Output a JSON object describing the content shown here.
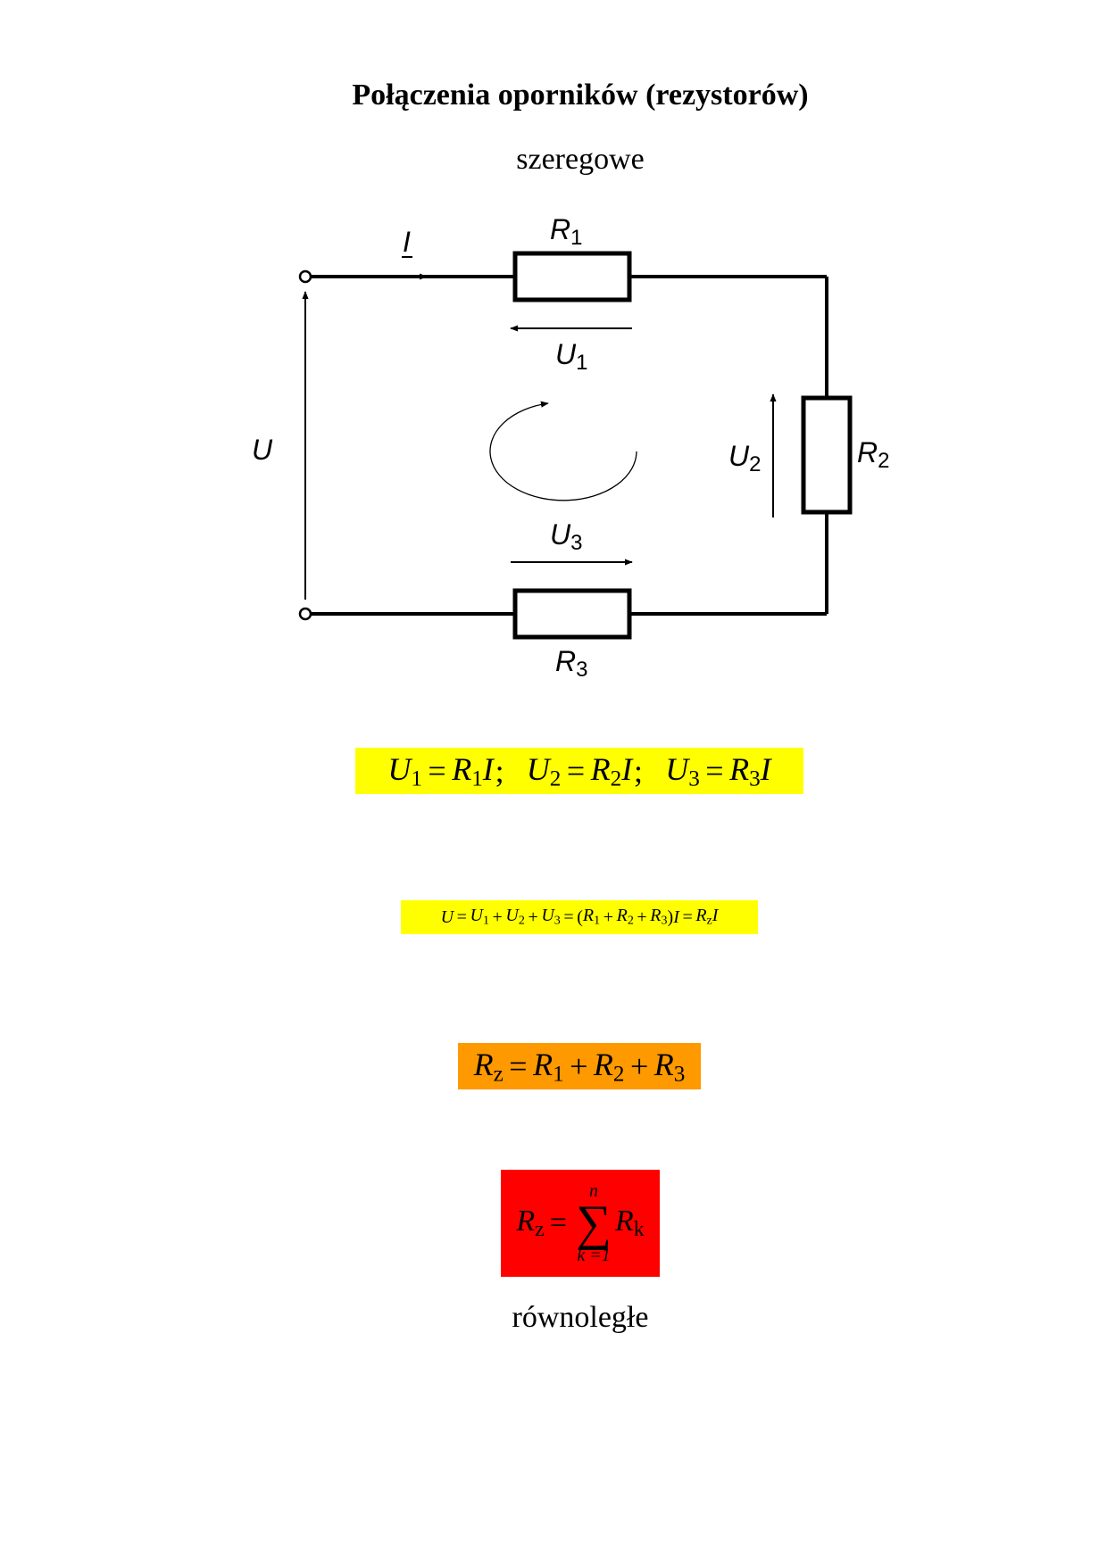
{
  "title": "Połączenia oporników (rezystorów)",
  "section_series": "szeregowe",
  "section_parallel": "równoległe",
  "circuit": {
    "current_label": "I",
    "voltage_label": "U",
    "r1": {
      "base": "R",
      "sub": "1"
    },
    "r2": {
      "base": "R",
      "sub": "2"
    },
    "r3": {
      "base": "R",
      "sub": "3"
    },
    "u1": {
      "base": "U",
      "sub": "1"
    },
    "u2": {
      "base": "U",
      "sub": "2"
    },
    "u3": {
      "base": "U",
      "sub": "3"
    }
  },
  "colors": {
    "yellow_highlight": "#ffff00",
    "orange_highlight": "#ff9900",
    "red_highlight": "#ff0000"
  },
  "formula_sum": {
    "upper_limit": "n",
    "lower_limit": "k =1",
    "sum_symbol": "∑"
  }
}
